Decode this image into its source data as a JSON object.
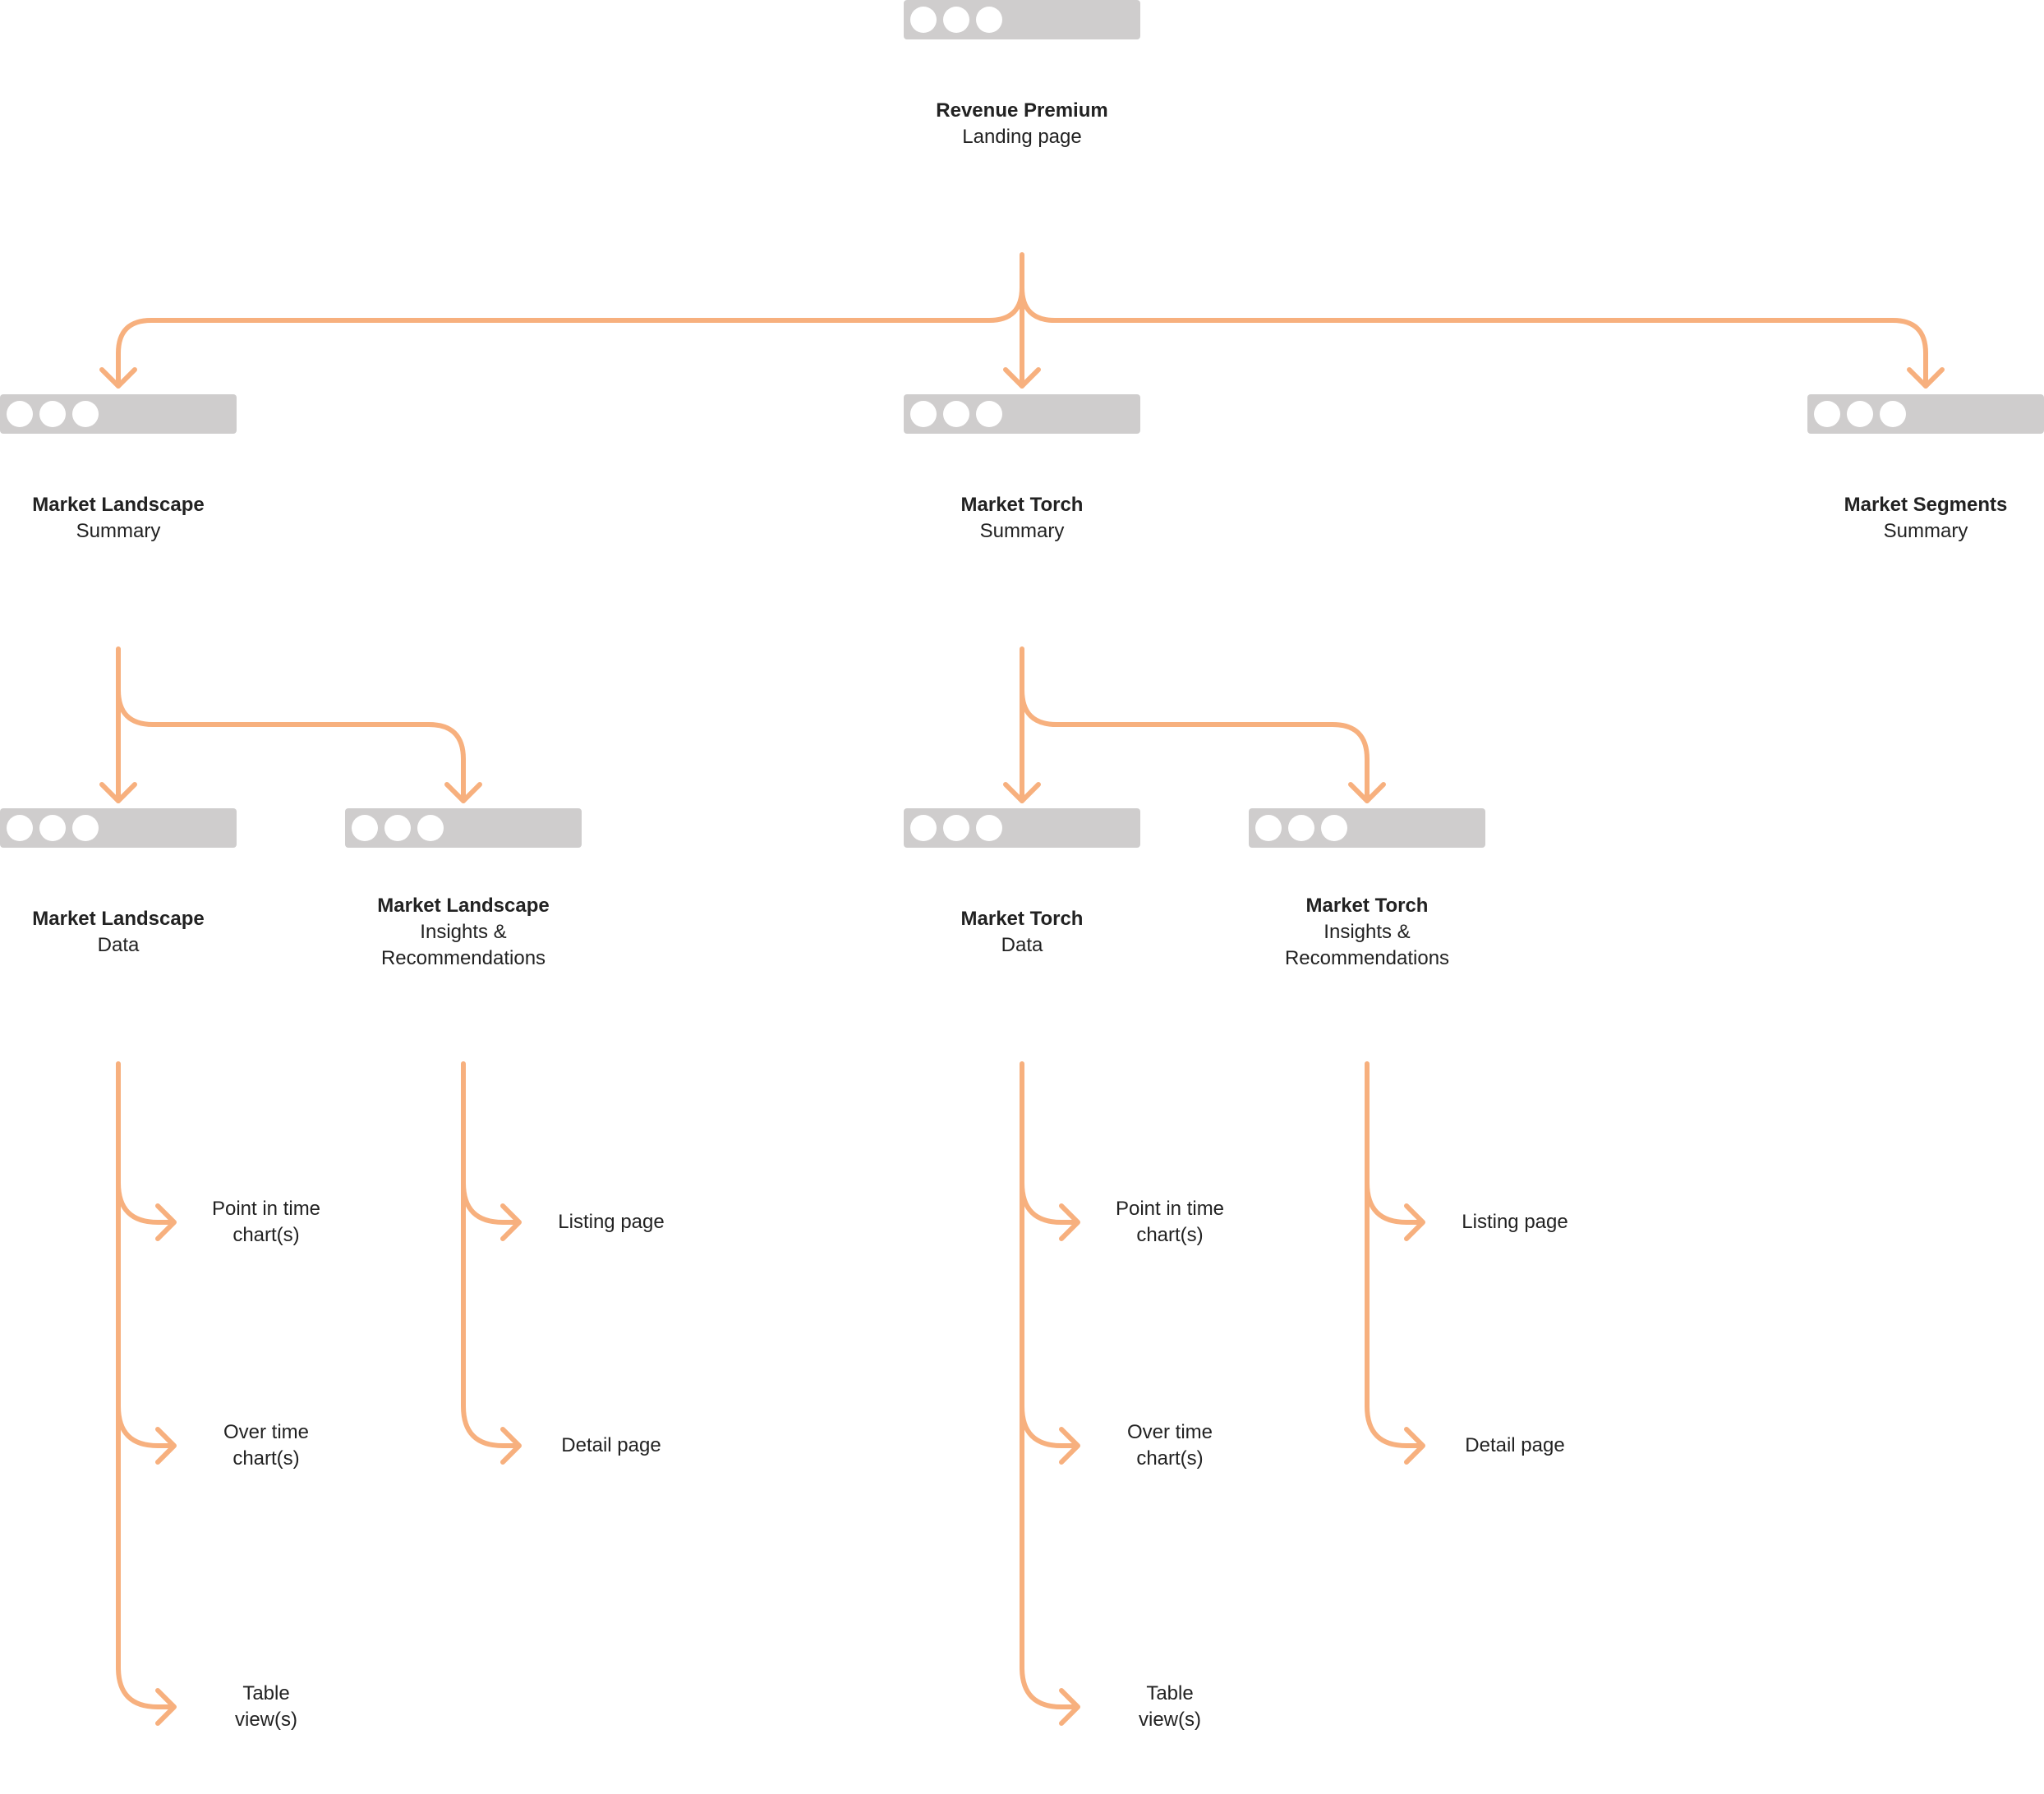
{
  "diagram": {
    "line_color": "#f7b07e",
    "window_color": "#cfcdcd",
    "root": {
      "title": "Revenue Premium",
      "subtitle": "Landing page"
    },
    "level1": [
      {
        "title": "Market Landscape",
        "subtitle": "Summary"
      },
      {
        "title": "Market Torch",
        "subtitle": "Summary"
      },
      {
        "title": "Market Segments",
        "subtitle": "Summary"
      }
    ],
    "level2": [
      {
        "title": "Market Landscape",
        "subtitle": "Data"
      },
      {
        "title": "Market Landscape",
        "subtitle_lines": [
          "Insights &",
          "Recommendations"
        ]
      },
      {
        "title": "Market Torch",
        "subtitle": "Data"
      },
      {
        "title": "Market Torch",
        "subtitle_lines": [
          "Insights &",
          "Recommendations"
        ]
      }
    ],
    "leaves": {
      "landscape_data": [
        {
          "lines": [
            "Point in time",
            "chart(s)"
          ]
        },
        {
          "lines": [
            "Over time",
            "chart(s)"
          ]
        },
        {
          "lines": [
            "Table",
            "view(s)"
          ]
        }
      ],
      "landscape_insights": [
        {
          "lines": [
            "Listing page"
          ]
        },
        {
          "lines": [
            "Detail page"
          ]
        }
      ],
      "torch_data": [
        {
          "lines": [
            "Point in time",
            "chart(s)"
          ]
        },
        {
          "lines": [
            "Over time",
            "chart(s)"
          ]
        },
        {
          "lines": [
            "Table",
            "view(s)"
          ]
        }
      ],
      "torch_insights": [
        {
          "lines": [
            "Listing page"
          ]
        },
        {
          "lines": [
            "Detail page"
          ]
        }
      ]
    }
  }
}
